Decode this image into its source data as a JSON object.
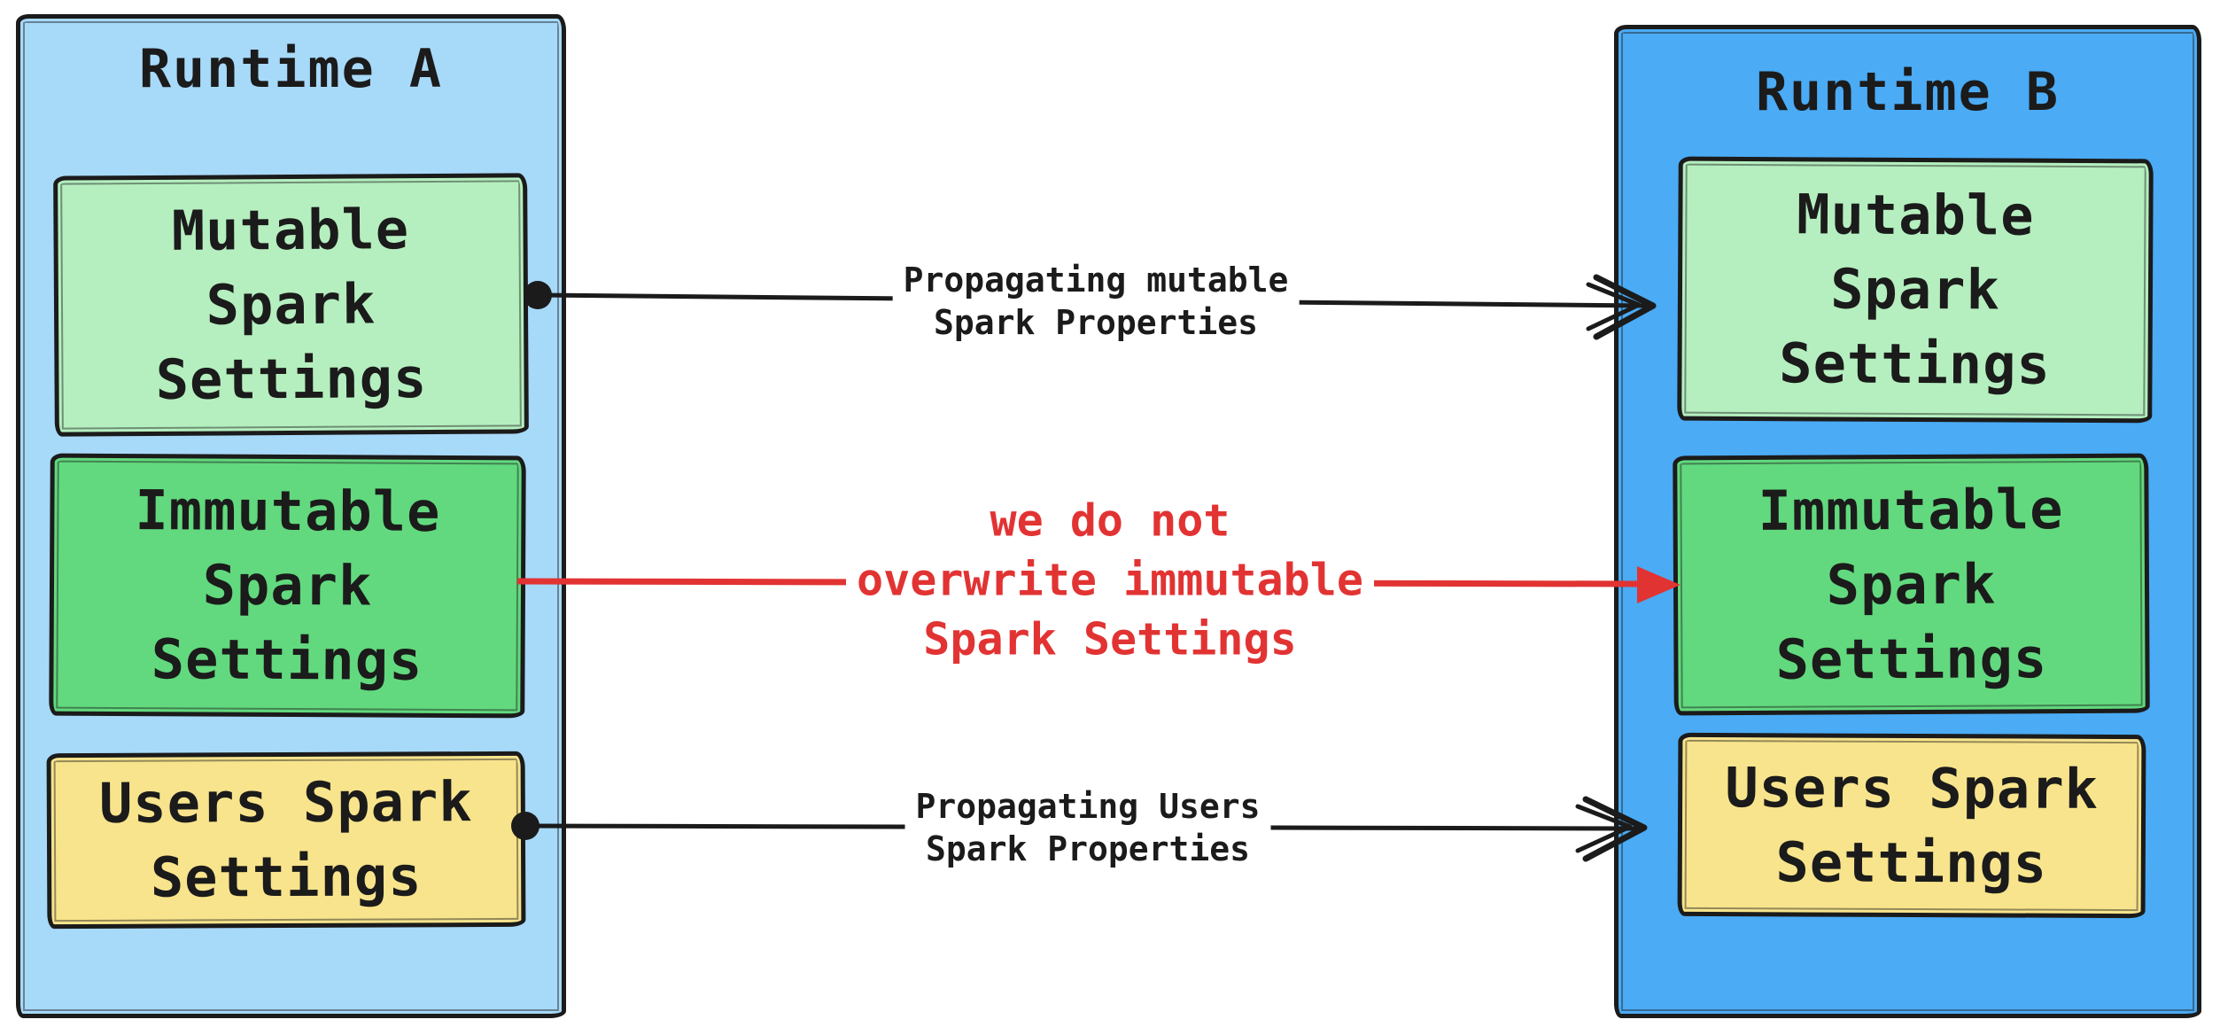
{
  "runtime_a": {
    "title": "Runtime A",
    "boxes": [
      {
        "id": "mutable-spark-settings",
        "label": "Mutable\nSpark\nSettings",
        "fill": "#b5efbf"
      },
      {
        "id": "immutable-spark-settings",
        "label": "Immutable\nSpark\nSettings",
        "fill": "#62d97e"
      },
      {
        "id": "users-spark-settings",
        "label": "Users Spark\nSettings",
        "fill": "#f8e48c"
      }
    ],
    "fill": "#a7d9f9"
  },
  "runtime_b": {
    "title": "Runtime B",
    "boxes": [
      {
        "id": "mutable-spark-settings",
        "label": "Mutable\nSpark\nSettings",
        "fill": "#b5efbf"
      },
      {
        "id": "immutable-spark-settings",
        "label": "Immutable\nSpark\nSettings",
        "fill": "#62d97e"
      },
      {
        "id": "users-spark-settings",
        "label": "Users Spark\nSettings",
        "fill": "#f8e48c"
      }
    ],
    "fill": "#4babf5"
  },
  "arrows": [
    {
      "id": "propagate-mutable",
      "label": "Propagating mutable\nSpark Properties",
      "color": "#1b1b1b"
    },
    {
      "id": "no-overwrite-immutable",
      "label": "we do not\noverwrite immutable\nSpark Settings",
      "color": "#e23333"
    },
    {
      "id": "propagate-users",
      "label": "Propagating Users\nSpark Properties",
      "color": "#1b1b1b"
    }
  ],
  "colors": {
    "stroke": "#1b1b1b",
    "red_accent": "#e23333",
    "panel_a_fill": "#a7d9f9",
    "panel_b_fill": "#4babf5",
    "mutable_fill": "#b5efbf",
    "immutable_fill": "#62d97e",
    "users_fill": "#f8e48c",
    "background": "#ffffff"
  }
}
